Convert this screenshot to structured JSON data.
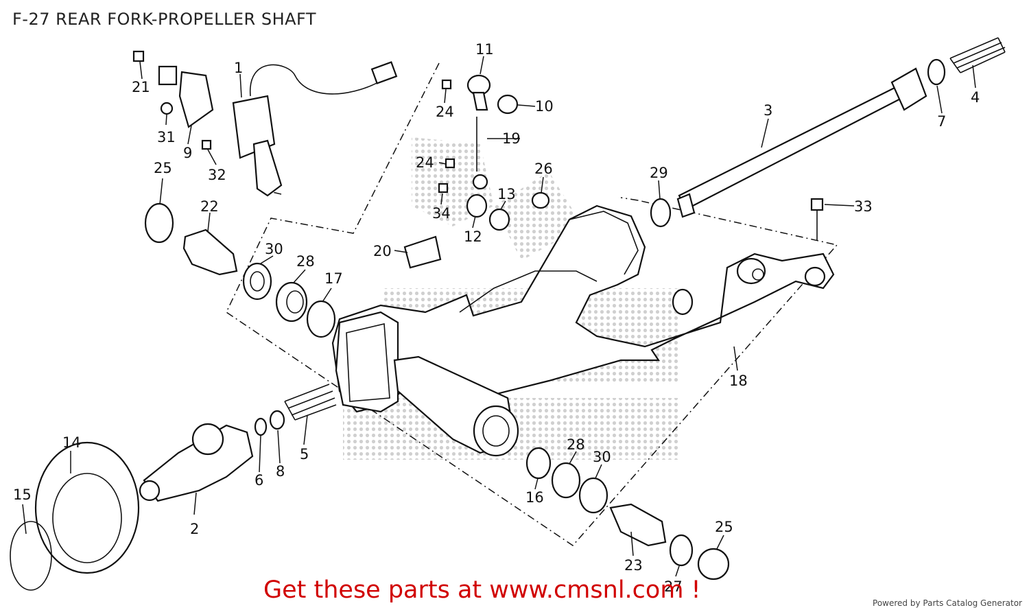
{
  "title": "F-27 REAR FORK-PROPELLER SHAFT",
  "callouts": [
    "1",
    "2",
    "3",
    "4",
    "5",
    "6",
    "7",
    "8",
    "9",
    "10",
    "11",
    "12",
    "13",
    "14",
    "15",
    "16",
    "17",
    "18",
    "19",
    "20",
    "21",
    "22",
    "23",
    "24",
    "24",
    "25",
    "25",
    "26",
    "27",
    "28",
    "28",
    "29",
    "30",
    "30",
    "31",
    "32",
    "33",
    "34"
  ],
  "cta": "Get these parts at www.cmsnl.com !",
  "footer": "Powered by Parts Catalog Generator",
  "colors": {
    "cta": "#d10000",
    "line": "#111111",
    "watermark": "#cfcfcf"
  }
}
